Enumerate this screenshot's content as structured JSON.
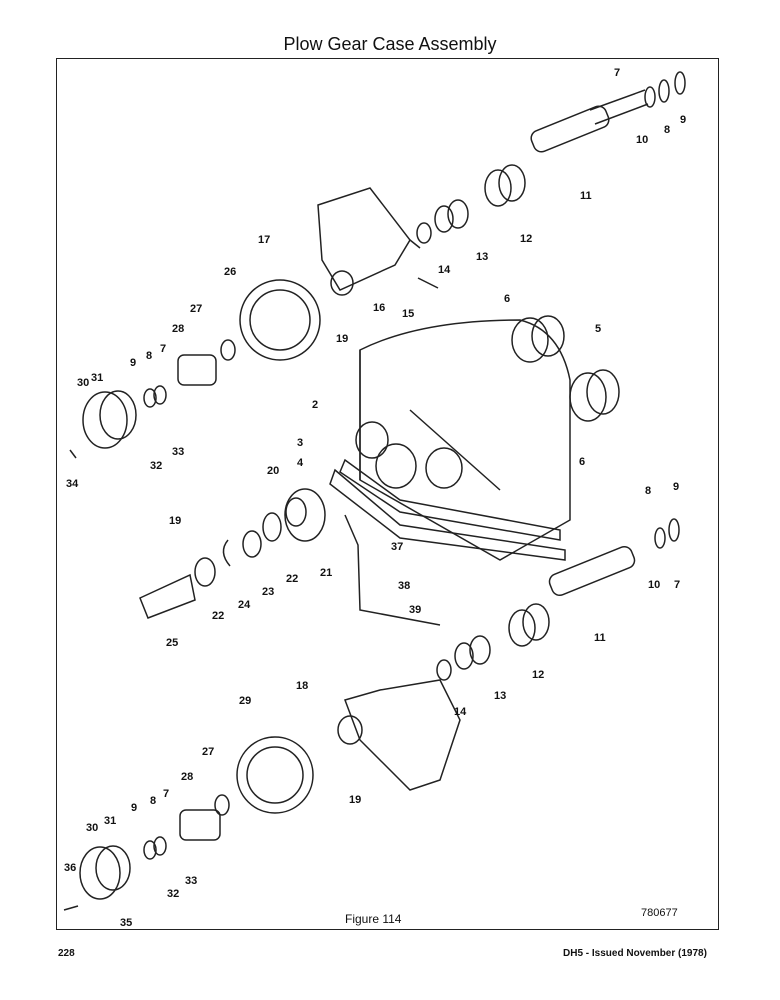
{
  "title": "Plow Gear Case Assembly",
  "figure_caption": "Figure 114",
  "drawing_number": "780677",
  "page_number": "228",
  "footer_text": "DH5 - Issued November (1978)",
  "callouts": [
    "7",
    "8",
    "9",
    "10",
    "11",
    "12",
    "13",
    "14",
    "15",
    "16",
    "17",
    "26",
    "19",
    "6",
    "5",
    "27",
    "28",
    "9",
    "8",
    "7",
    "30",
    "31",
    "2",
    "32",
    "33",
    "34",
    "3",
    "4",
    "20",
    "19",
    "37",
    "21",
    "22",
    "23",
    "24",
    "22",
    "25",
    "38",
    "39",
    "8",
    "9",
    "10",
    "7",
    "11",
    "12",
    "13",
    "18",
    "14",
    "29",
    "27",
    "28",
    "9",
    "8",
    "7",
    "30",
    "31",
    "33",
    "32",
    "36",
    "35",
    "6",
    "19"
  ]
}
